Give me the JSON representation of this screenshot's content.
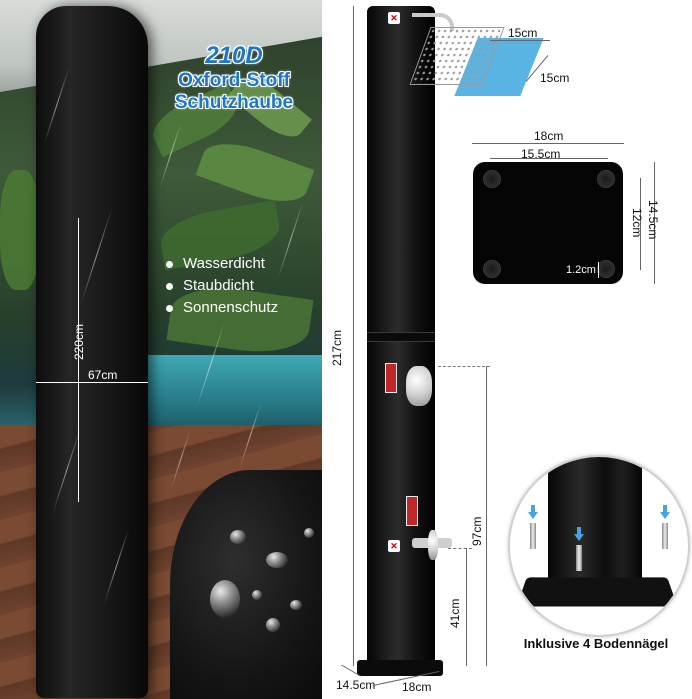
{
  "cover_panel": {
    "title_line1": "210D",
    "title_line2": "Oxford-Stoff",
    "title_line3": "Schutzhaube",
    "features": [
      "Wasserdicht",
      "Staubdicht",
      "Sonnenschutz"
    ],
    "height_label": "220cm",
    "width_label": "67cm",
    "title_color": "#1b78c8"
  },
  "shower": {
    "height_label": "217cm",
    "depth_label": "14.5cm",
    "width_label": "18cm",
    "mixer_height_label": "97cm",
    "tap_height_label": "41cm"
  },
  "shower_head": {
    "width_label": "15cm",
    "depth_label": "15cm",
    "color": "#5ab4e3"
  },
  "base_plate": {
    "outer_width_label": "18cm",
    "hole_spacing_label": "15.5cm",
    "outer_height_label": "14.5cm",
    "hole_height_label": "12cm",
    "hole_offset_label": "1.2cm"
  },
  "inset": {
    "caption": "Inklusive 4 Bodennägel",
    "arrow_color": "#4aa3df"
  }
}
